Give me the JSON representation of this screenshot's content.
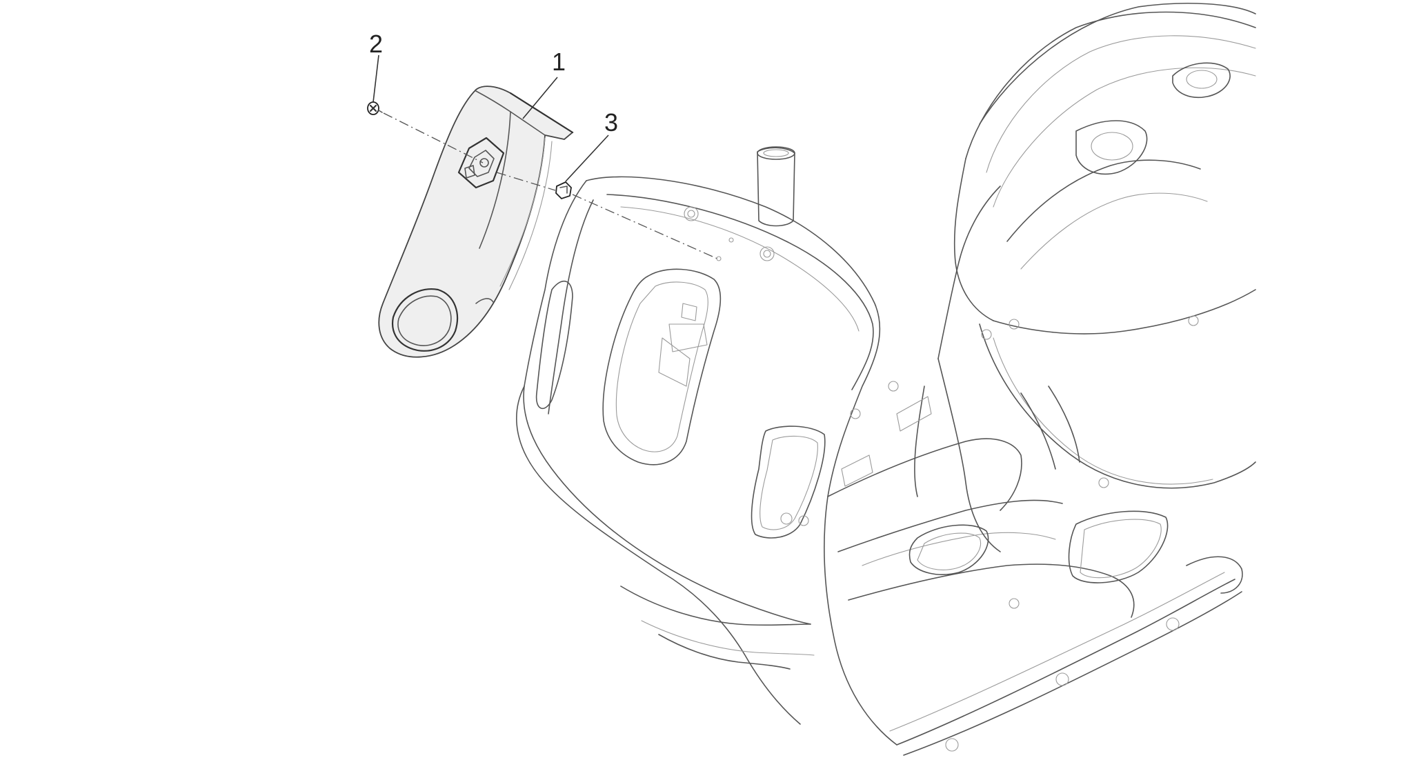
{
  "diagram": {
    "callouts": [
      {
        "id": "callout-1",
        "label": "1"
      },
      {
        "id": "callout-2",
        "label": "2"
      },
      {
        "id": "callout-3",
        "label": "3"
      }
    ],
    "colors": {
      "stroke": "#555555",
      "background": "#ffffff"
    }
  }
}
